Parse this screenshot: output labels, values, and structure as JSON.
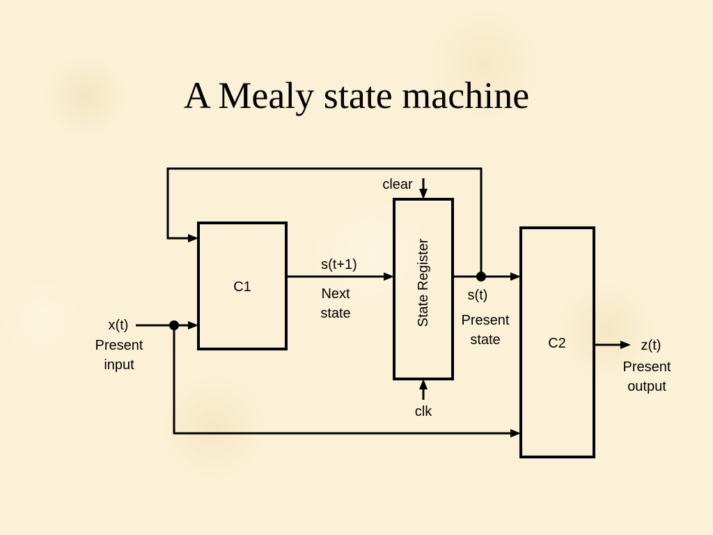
{
  "slide": {
    "title": "A Mealy state machine"
  },
  "diagram": {
    "blocks": {
      "c1": "C1",
      "state_register": "State Register",
      "c2": "C2"
    },
    "signals": {
      "input_name": "x(t)",
      "input_desc_1": "Present",
      "input_desc_2": "input",
      "next_name": "s(t+1)",
      "next_desc_1": "Next",
      "next_desc_2": "state",
      "present_name": "s(t)",
      "present_desc_1": "Present",
      "present_desc_2": "state",
      "output_name": "z(t)",
      "output_desc_1": "Present",
      "output_desc_2": "output",
      "clear": "clear",
      "clk": "clk"
    }
  }
}
